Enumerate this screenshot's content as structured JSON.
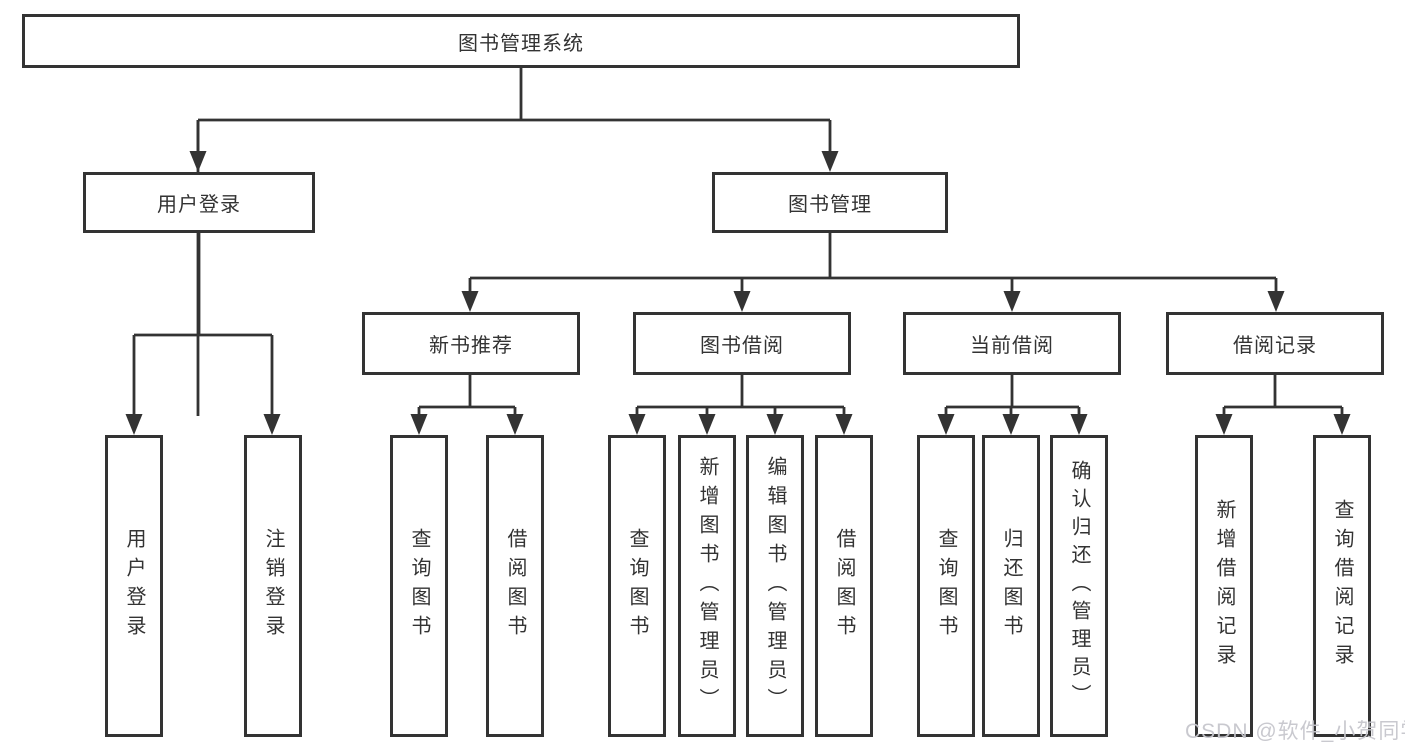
{
  "tree": {
    "root": {
      "label": "图书管理系统"
    },
    "level2": [
      {
        "label": "用户登录",
        "leaves": [
          {
            "label": "用户登录"
          },
          {
            "label": "注销登录"
          }
        ]
      },
      {
        "label": "图书管理",
        "groups": [
          {
            "label": "新书推荐",
            "leaves": [
              {
                "label": "查询图书"
              },
              {
                "label": "借阅图书"
              }
            ]
          },
          {
            "label": "图书借阅",
            "leaves": [
              {
                "label": "查询图书"
              },
              {
                "label": "新增图书（管理员）"
              },
              {
                "label": "编辑图书（管理员）"
              },
              {
                "label": "借阅图书"
              }
            ]
          },
          {
            "label": "当前借阅",
            "leaves": [
              {
                "label": "查询图书"
              },
              {
                "label": "归还图书"
              },
              {
                "label": "确认归还（管理员）"
              }
            ]
          },
          {
            "label": "借阅记录",
            "leaves": [
              {
                "label": "新增借阅记录"
              },
              {
                "label": "查询借阅记录"
              }
            ]
          }
        ]
      }
    ]
  },
  "watermark": {
    "text": "CSDN @软件_小贺同学"
  },
  "colors": {
    "line": "#333333",
    "box_border": "#333333",
    "box_fill": "#ffffff",
    "text": "#333333",
    "watermark": "#c6c6cc",
    "background": "#ffffff"
  }
}
